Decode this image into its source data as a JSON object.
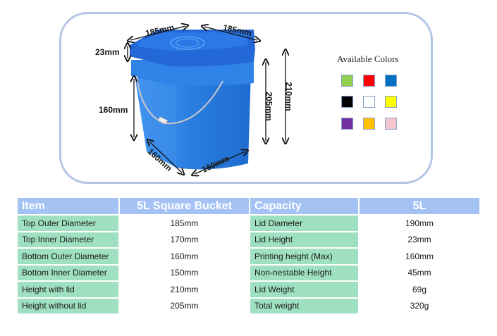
{
  "diagram": {
    "dimensions": {
      "top_width_left": "185mm",
      "top_width_right": "185mm",
      "lid_height": "23mm",
      "body_height": "160mm",
      "height_without_lid": "205mm",
      "height_with_lid": "210mm",
      "bottom_left": "160mm",
      "bottom_right": "160mm"
    },
    "product_color": "#2a7de0"
  },
  "colors": {
    "title": "Available Colors",
    "swatches": [
      {
        "name": "green",
        "hex": "#92d050"
      },
      {
        "name": "red",
        "hex": "#ff0000"
      },
      {
        "name": "blue",
        "hex": "#0070c0"
      },
      {
        "name": "black",
        "hex": "#000000"
      },
      {
        "name": "white",
        "hex": "#ffffff"
      },
      {
        "name": "yellow",
        "hex": "#ffff00"
      },
      {
        "name": "purple",
        "hex": "#7030a0"
      },
      {
        "name": "orange",
        "hex": "#ffc000"
      },
      {
        "name": "pink",
        "hex": "#f4c7d0"
      }
    ]
  },
  "table": {
    "headers": [
      "Item",
      "5L Square Bucket",
      "Capacity",
      "5L"
    ],
    "rows": [
      [
        "Top Outer Diameter",
        "185mm",
        "Lid Diameter",
        "190mm"
      ],
      [
        "Top Inner Diameter",
        "170mm",
        "Lid Height",
        "23mm"
      ],
      [
        "Bottom Outer Diameter",
        "160mm",
        "Printing height (Max)",
        "160mm"
      ],
      [
        "Bottom Inner Diameter",
        "150mm",
        "Non-nestable Height",
        "45mm"
      ],
      [
        "Height with lid",
        "210mm",
        "Lid Weight",
        "69g"
      ],
      [
        "Height without lid",
        "205mm",
        "Total weight",
        "320g"
      ]
    ]
  }
}
